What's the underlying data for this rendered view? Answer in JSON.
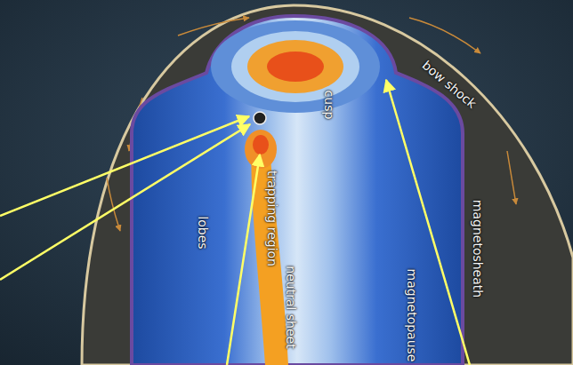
{
  "diagram": {
    "labels": [
      "bow shock",
      "cusp",
      "trapping region",
      "lobes",
      "neutral sheet",
      "magnetosheath",
      "magnetopause"
    ]
  }
}
